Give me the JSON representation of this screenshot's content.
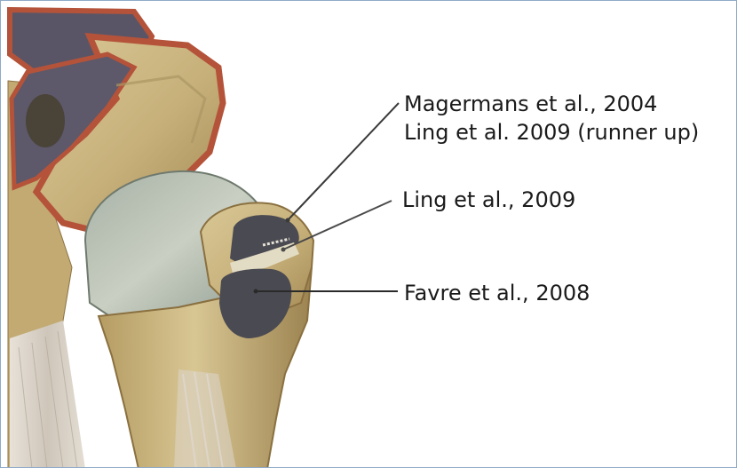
{
  "labels": {
    "magermans": "Magermans et al., 2004",
    "ling_runner_up": "Ling et al. 2009  (runner up)",
    "ling": "Ling et al., 2009",
    "favre": "Favre et al., 2008"
  },
  "colors": {
    "bone": "#cdb887",
    "bone_shadow": "#9d8552",
    "cartilage": "#bfc6b7",
    "cortex_red": "#b4533a",
    "footprint_dark": "#4a4a52",
    "tendon": "#ddd6cc",
    "leader_line": "#3a3a3a",
    "frame_border": "#8faac8"
  }
}
